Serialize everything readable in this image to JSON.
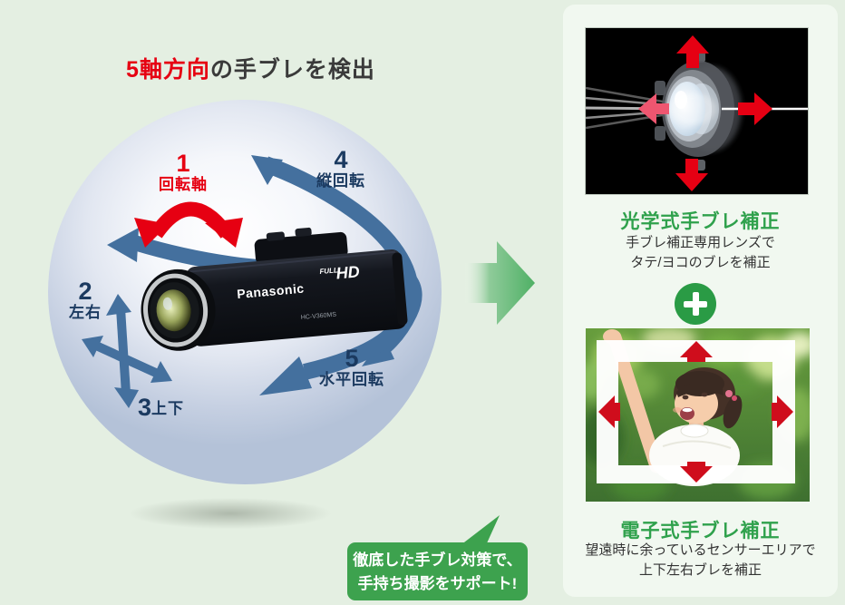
{
  "title": {
    "highlight": "5軸方向",
    "rest": "の手ブレを検出"
  },
  "axis_labels": {
    "axis1": {
      "num": "1",
      "label": "回転軸"
    },
    "axis2": {
      "num": "2",
      "label": "左右"
    },
    "axis3": {
      "num": "3",
      "label": "上下"
    },
    "axis4": {
      "num": "4",
      "label": "縦回転"
    },
    "axis5": {
      "num": "5",
      "label": "水平回転"
    }
  },
  "camera": {
    "brand": "Panasonic",
    "logo_full": "FULL",
    "logo_hd": "HD",
    "model": "HC-V360MS"
  },
  "right_panel": {
    "optical": {
      "title": "光学式手ブレ補正",
      "desc_line1": "手ブレ補正専用レンズで",
      "desc_line2": "タテ/ヨコのブレを補正"
    },
    "electronic": {
      "title": "電子式手ブレ補正",
      "desc_line1": "望遠時に余っているセンサーエリアで",
      "desc_line2": "上下左右ブレを補正"
    }
  },
  "speech_bubble": {
    "line1": "徹底した手ブレ対策で、",
    "line2": "手持ち撮影をサポート!"
  },
  "icons": {
    "plus": "plus-icon",
    "transition_arrow": "green-arrow-right-icon"
  },
  "colors": {
    "page_bg": "#e4efe2",
    "card_bg": "#f1f8f0",
    "accent_red": "#e60012",
    "arrow_blue": "#44709e",
    "navy_text": "#1b3a60",
    "green_accent": "#2fa14c",
    "plus_green": "#2a9b45",
    "bubble_green": "#3da24e",
    "photo_arrow_red": "#cf0d1c"
  }
}
